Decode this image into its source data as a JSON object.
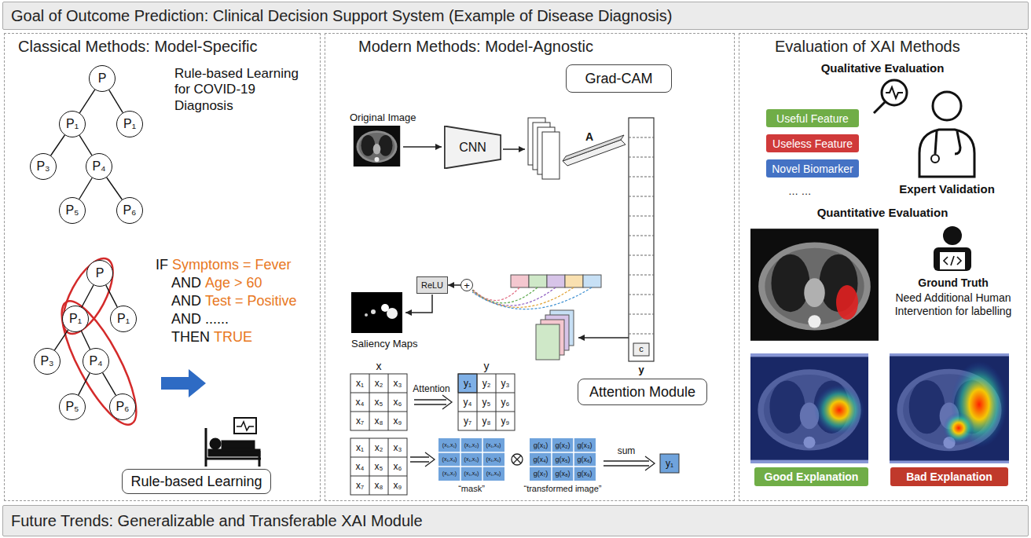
{
  "diagram": {
    "nodes": [
      {
        "text": [
          "Goal of Outcome Prediction: Clinical Decision Support System (Example of Disease Diagnosis)"
        ]
      },
      {
        "text": [
          "Classical Methods: Model-Specific"
        ]
      },
      {
        "text": [
          "P"
        ],
        "in": 1
      },
      {
        "text": [
          "P₁"
        ],
        "in": 1
      },
      {
        "text": [
          "P₁"
        ],
        "in": 1
      },
      {
        "text": [
          "P₃"
        ],
        "in": 1
      },
      {
        "text": [
          "P₄"
        ],
        "in": 1
      },
      {
        "text": [
          "P₅"
        ],
        "in": 1
      },
      {
        "text": [
          "P₆"
        ],
        "in": 1
      },
      {
        "text": [
          "P"
        ],
        "in": 1
      },
      {
        "text": [
          "P₁"
        ],
        "in": 1
      },
      {
        "text": [
          "P₁"
        ],
        "in": 1
      },
      {
        "text": [
          "P₃"
        ],
        "in": 1
      },
      {
        "text": [
          "P₄"
        ],
        "in": 1
      },
      {
        "text": [
          "P₅"
        ],
        "in": 1
      },
      {
        "text": [
          "P₆"
        ],
        "in": 1
      },
      {
        "text": [
          "Rule-based Learning"
        ],
        "in": 1
      },
      {
        "text": [
          "Modern Methods: Model-Agnostic"
        ]
      },
      {
        "text": [
          "Grad-CAM"
        ],
        "in": 17
      },
      {
        "text": [
          "CNN"
        ],
        "in": 17
      },
      {
        "text": [
          "ReLU"
        ],
        "in": 17
      },
      {
        "text": [
          "+"
        ],
        "in": 17
      },
      {
        "text": [
          "Attention Module"
        ],
        "in": 17
      },
      {
        "text": [
          "Evaluation of XAI Methods"
        ]
      },
      {
        "text": [
          "Useful Feature"
        ],
        "in": 23
      },
      {
        "text": [
          "Useless Feature"
        ],
        "in": 23
      },
      {
        "text": [
          "Novel Biomarker"
        ],
        "in": 23
      },
      {
        "text": [
          "Good Explanation"
        ],
        "in": 23
      },
      {
        "text": [
          "Bad Explanation"
        ],
        "in": 23
      },
      {
        "text": [
          "Future Trends: Generalizable and Transferable XAI Module"
        ]
      }
    ],
    "edges": [
      {
        "from": 2,
        "to": 3,
        "arrow": "none"
      },
      {
        "from": 2,
        "to": 4,
        "arrow": "none"
      },
      {
        "from": 3,
        "to": 5,
        "arrow": "none"
      },
      {
        "from": 3,
        "to": 6,
        "arrow": "none"
      },
      {
        "from": 6,
        "to": 7,
        "arrow": "none"
      },
      {
        "from": 6,
        "to": 8,
        "arrow": "none"
      },
      {
        "from": 9,
        "to": 10,
        "arrow": "none"
      },
      {
        "from": 9,
        "to": 11,
        "arrow": "none"
      },
      {
        "from": 10,
        "to": 12,
        "arrow": "none"
      },
      {
        "from": 10,
        "to": 13,
        "arrow": "none"
      },
      {
        "from": 13,
        "to": 14,
        "arrow": "none"
      },
      {
        "from": 13,
        "to": 15,
        "arrow": "none"
      },
      {
        "from": 21,
        "to": 20,
        "arrow": "to"
      }
    ],
    "labels": [
      "Rule-based Learning for COVID-19 Diagnosis",
      "IF",
      "Symptoms = Fever",
      "AND",
      "Age > 60",
      "AND",
      "Test = Positive",
      "AND ......",
      "THEN",
      "TRUE",
      "Original Image",
      "A",
      "c",
      "y",
      "Saliency Maps",
      "x",
      "x₁",
      "x₂",
      "x₃",
      "x₄",
      "x₅",
      "x₆",
      "x₇",
      "x₈",
      "x₉",
      "Attention",
      "y",
      "y₁",
      "y₂",
      "y₃",
      "y₄",
      "y₅",
      "y₆",
      "y₇",
      "y₈",
      "y₉",
      "x₁",
      "x₂",
      "x₃",
      "x₄",
      "x₅",
      "x₆",
      "x₇",
      "x₈",
      "x₉",
      "(x₁,x₁)",
      "(x₁,x₂)",
      "(x₁,x₃)",
      "(x₁,x₄)",
      "(x₁,x₅)",
      "(x₁,x₆)",
      "(x₁,x₇)",
      "(x₁,x₈)",
      "(x₁,x₉)",
      "g(x₁)",
      "g(x₂)",
      "g(x₃)",
      "g(x₄)",
      "g(x₅)",
      "g(x₆)",
      "g(x₇)",
      "g(x₈)",
      "g(x₉)",
      "“mask”",
      "“transformed image”",
      "sum",
      "y₁",
      "Qualitative Evaluation",
      "… …",
      "Expert Validation",
      "Quantitative Evaluation",
      "Ground Truth",
      "Need Additional Human Intervention for labelling"
    ]
  }
}
